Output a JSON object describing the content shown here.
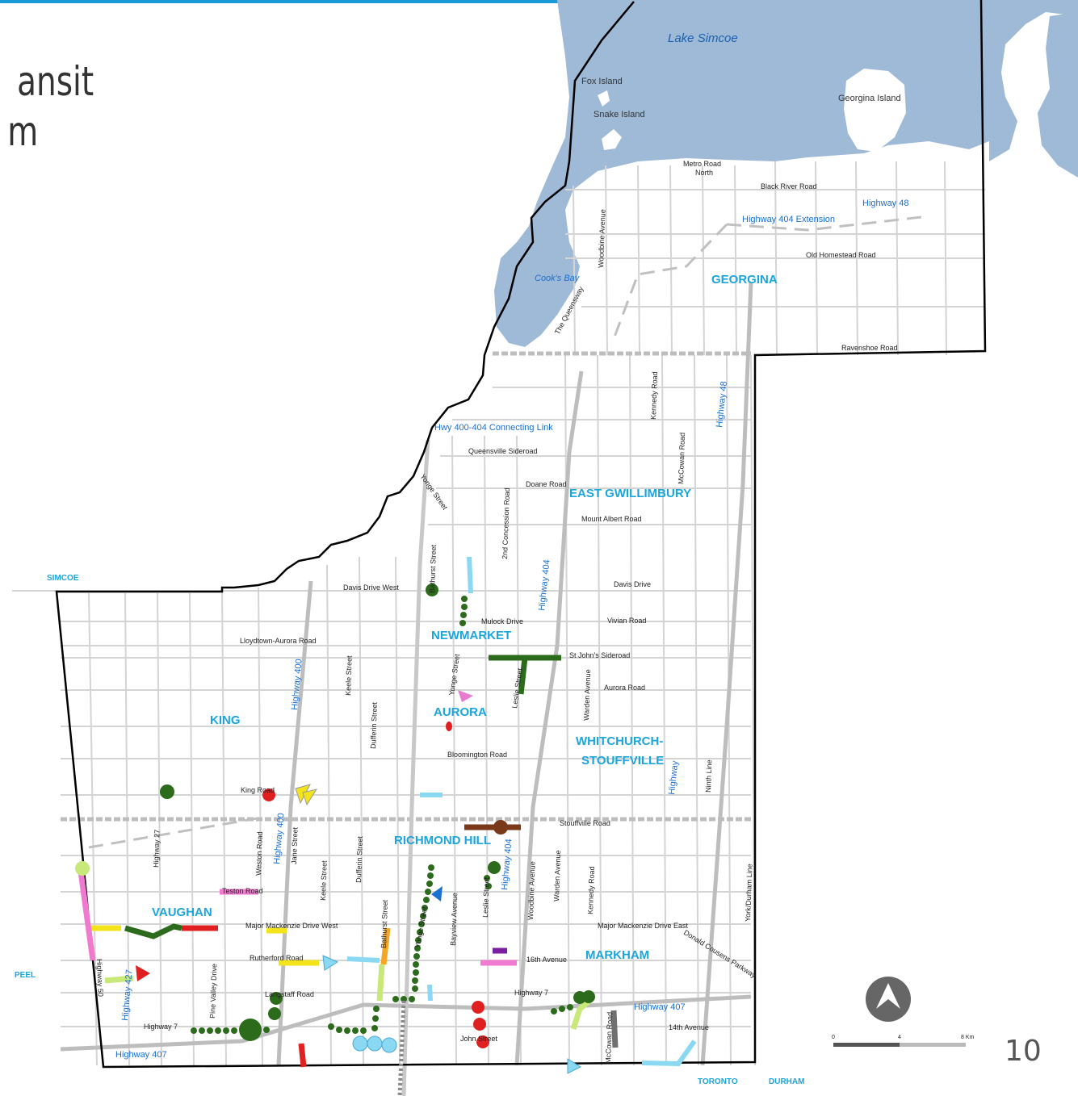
{
  "slide": {
    "title_line1": "ansit",
    "title_line2": "m",
    "page_number": "10"
  },
  "water": {
    "lake": "Lake Simcoe",
    "bay": "Cook's Bay",
    "fox": "Fox Island",
    "snake": "Snake Island",
    "georgina_island": "Georgina Island"
  },
  "municipalities": {
    "georgina": "GEORGINA",
    "east_gwillimbury": "EAST GWILLIMBURY",
    "newmarket": "NEWMARKET",
    "aurora": "AURORA",
    "king": "KING",
    "whitchurch1": "WHITCHURCH-",
    "whitchurch2": "STOUFFVILLE",
    "richmond_hill": "RICHMOND HILL",
    "vaughan": "VAUGHAN",
    "markham": "MARKHAM"
  },
  "regions": {
    "simcoe": "SIMCOE",
    "peel": "PEEL",
    "toronto": "TORONTO",
    "durham": "DURHAM"
  },
  "highways": {
    "hwy404ext": "Highway 404 Extension",
    "hwy48_north": "Highway 48",
    "hwy48": "Highway 48",
    "link": "Hwy 400-404 Connecting Link",
    "hwy404_n": "Highway 404",
    "hwy404_s": "Highway 404",
    "hwy400_n": "Highway 400",
    "hwy400_s": "Highway 400",
    "hwy427": "Highway 427",
    "hwy407_w": "Highway 407",
    "hwy407_e": "Highway 407",
    "hwy_stouff": "Highway"
  },
  "roads": {
    "metro1": "Metro Road",
    "metro2": "North",
    "black_river": "Black River Road",
    "old_homestead": "Old Homestead Road",
    "ravenshoe": "Ravenshoe Road",
    "queensway": "The Queensway",
    "woodbine_n": "Woodbine Avenue",
    "kennedy_n": "Kennedy Road",
    "mccowan_n": "McCowan Road",
    "queensville": "Queensville Sideroad",
    "doane": "Doane Road",
    "yonge_n": "Yonge Street",
    "second_conc": "2nd Concession Road",
    "mount_albert": "Mount Albert Road",
    "davis_west": "Davis Drive West",
    "davis": "Davis Drive",
    "bathurst_n": "Bathurst Street",
    "mulock": "Mulock Drive",
    "vivian": "Vivian Road",
    "lloydtown": "Lloydtown-Aurora Road",
    "st_johns": "St John's Sideroad",
    "aurora_rd": "Aurora Road",
    "keele_n": "Keele Street",
    "dufferin_n": "Dufferin Street",
    "yonge_m": "Yonge Street",
    "leslie_n": "Leslie Street",
    "warden_n": "Warden Avenue",
    "bloomington": "Bloomington Road",
    "ninth": "Ninth Line",
    "king_rd": "King Road",
    "stouffville_rd": "Stouffville Road",
    "hwy27": "Highway 27",
    "weston": "Weston Road",
    "jane": "Jane Street",
    "keele_s": "Keele Street",
    "dufferin_s": "Dufferin Street",
    "bathurst_s": "Bathurst Street",
    "yonge_s": "Yonge Street",
    "bayview": "Bayview Avenue",
    "leslie_s": "Leslie Street",
    "woodbine_s": "Woodbine Avenue",
    "warden_s": "Warden Avenue",
    "kennedy_s": "Kennedy Road",
    "york_durham": "York/Durham Line",
    "teston": "Teston Road",
    "major_mack_w": "Major Mackenzie Drive West",
    "major_mack_e": "Major Mackenzie Drive East",
    "donald_cousens": "Donald Cousens Parkway",
    "rutherford": "Rutherford Road",
    "sixteenth": "16th Avenue",
    "langstaff": "Langstaff Road",
    "hwy7_w": "Highway 7",
    "hwy7_e": "Highway 7",
    "john": "John Street",
    "fourteenth": "14th Avenue",
    "mccowan_s": "McCowan Road",
    "pine_valley": "Pine Valley Drive",
    "hwy50": "Highway 50"
  },
  "scale": {
    "s0": "0",
    "s4": "4",
    "s8": "8 Km"
  },
  "colors": {
    "water": "#9fbad6",
    "roads": "#d4d4d4",
    "boundary": "#000000",
    "town_label": "#1aa5dc",
    "highway_label": "#1a6fd0"
  }
}
